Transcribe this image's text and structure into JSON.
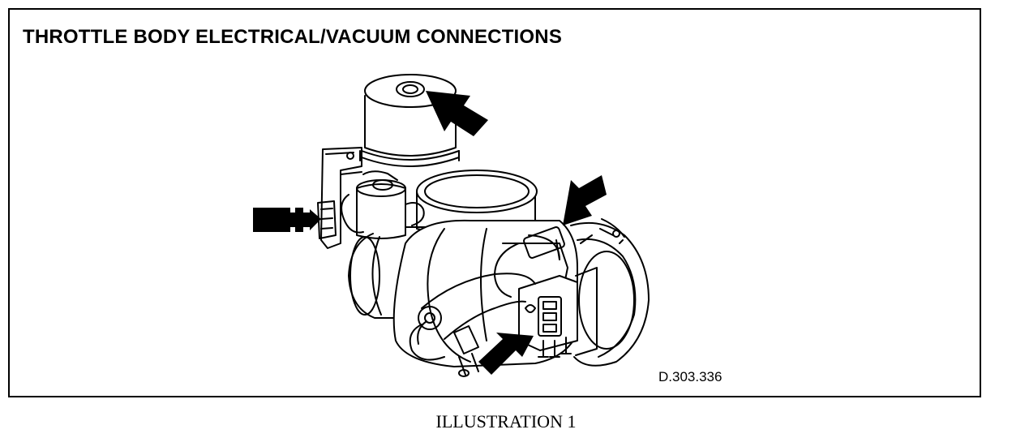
{
  "title": "THROTTLE BODY ELECTRICAL/VACUUM CONNECTIONS",
  "figure_ref": "D.303.336",
  "caption": "ILLUSTRATION 1",
  "drawing": {
    "subject": "throttle-body",
    "callout_arrows": [
      "top-arrow",
      "left-arrow",
      "right-arrow",
      "bottom-arrow"
    ],
    "ink_color": "#000000",
    "paper_color": "#ffffff"
  }
}
